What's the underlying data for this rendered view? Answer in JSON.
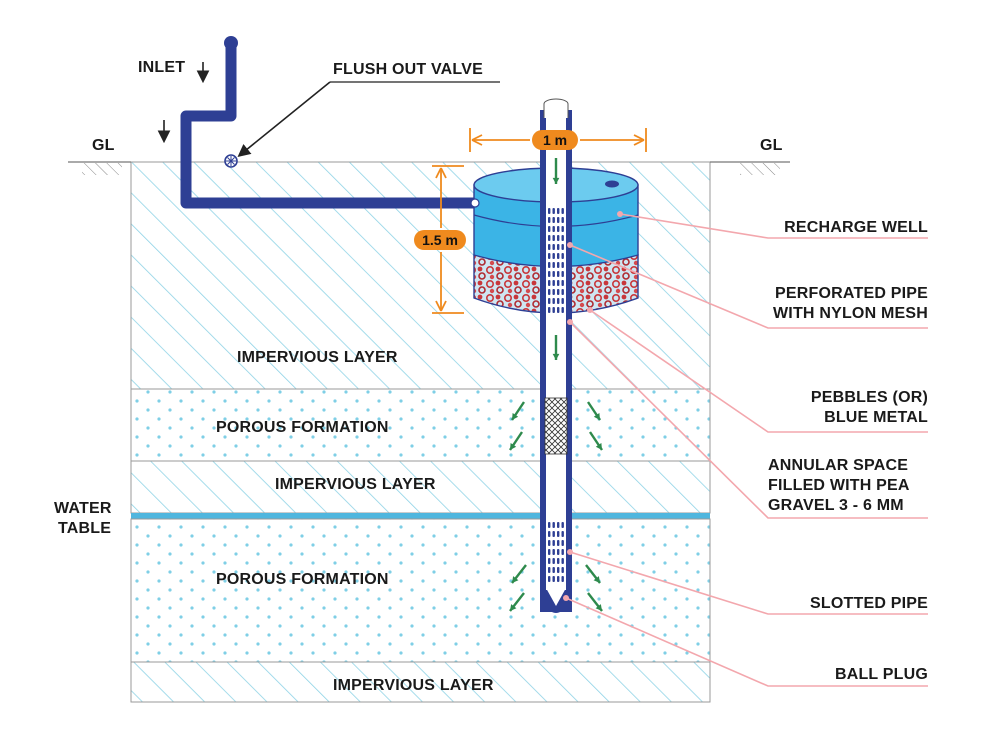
{
  "labels": {
    "inlet": "INLET",
    "flush_out_valve": "FLUSH OUT VALVE",
    "gl_left": "GL",
    "gl_right": "GL",
    "dim_width": "1 m",
    "dim_height": "1.5 m",
    "recharge_well": "RECHARGE WELL",
    "perforated_pipe_line1": "PERFORATED PIPE",
    "perforated_pipe_line2": "WITH NYLON MESH",
    "pebbles_line1": "PEBBLES (OR)",
    "pebbles_line2": "BLUE METAL",
    "annular_line1": "ANNULAR SPACE",
    "annular_line2": "FILLED WITH PEA",
    "annular_line3": "GRAVEL 3 - 6 MM",
    "slotted_pipe": "SLOTTED PIPE",
    "ball_plug": "BALL PLUG",
    "water_table_line1": "WATER",
    "water_table_line2": "TABLE",
    "impervious_layer_1": "IMPERVIOUS LAYER",
    "porous_formation_1": "POROUS FORMATION",
    "impervious_layer_2": "IMPERVIOUS LAYER",
    "porous_formation_2": "POROUS FORMATION",
    "impervious_layer_3": "IMPERVIOUS LAYER"
  },
  "colors": {
    "pipe": "#2e3f94",
    "pipe_dark": "#1e2a6e",
    "hatch": "#8fd3e6",
    "dots": "#7fcfe6",
    "well_water": "#3bb4e6",
    "well_water_light": "#6ccbef",
    "pebbles": "#c8373b",
    "dimension": "#ef8a1e",
    "flow_arrow": "#2e8a4c",
    "leader_line": "#f3a7ad",
    "water_table": "#4fb6de"
  }
}
